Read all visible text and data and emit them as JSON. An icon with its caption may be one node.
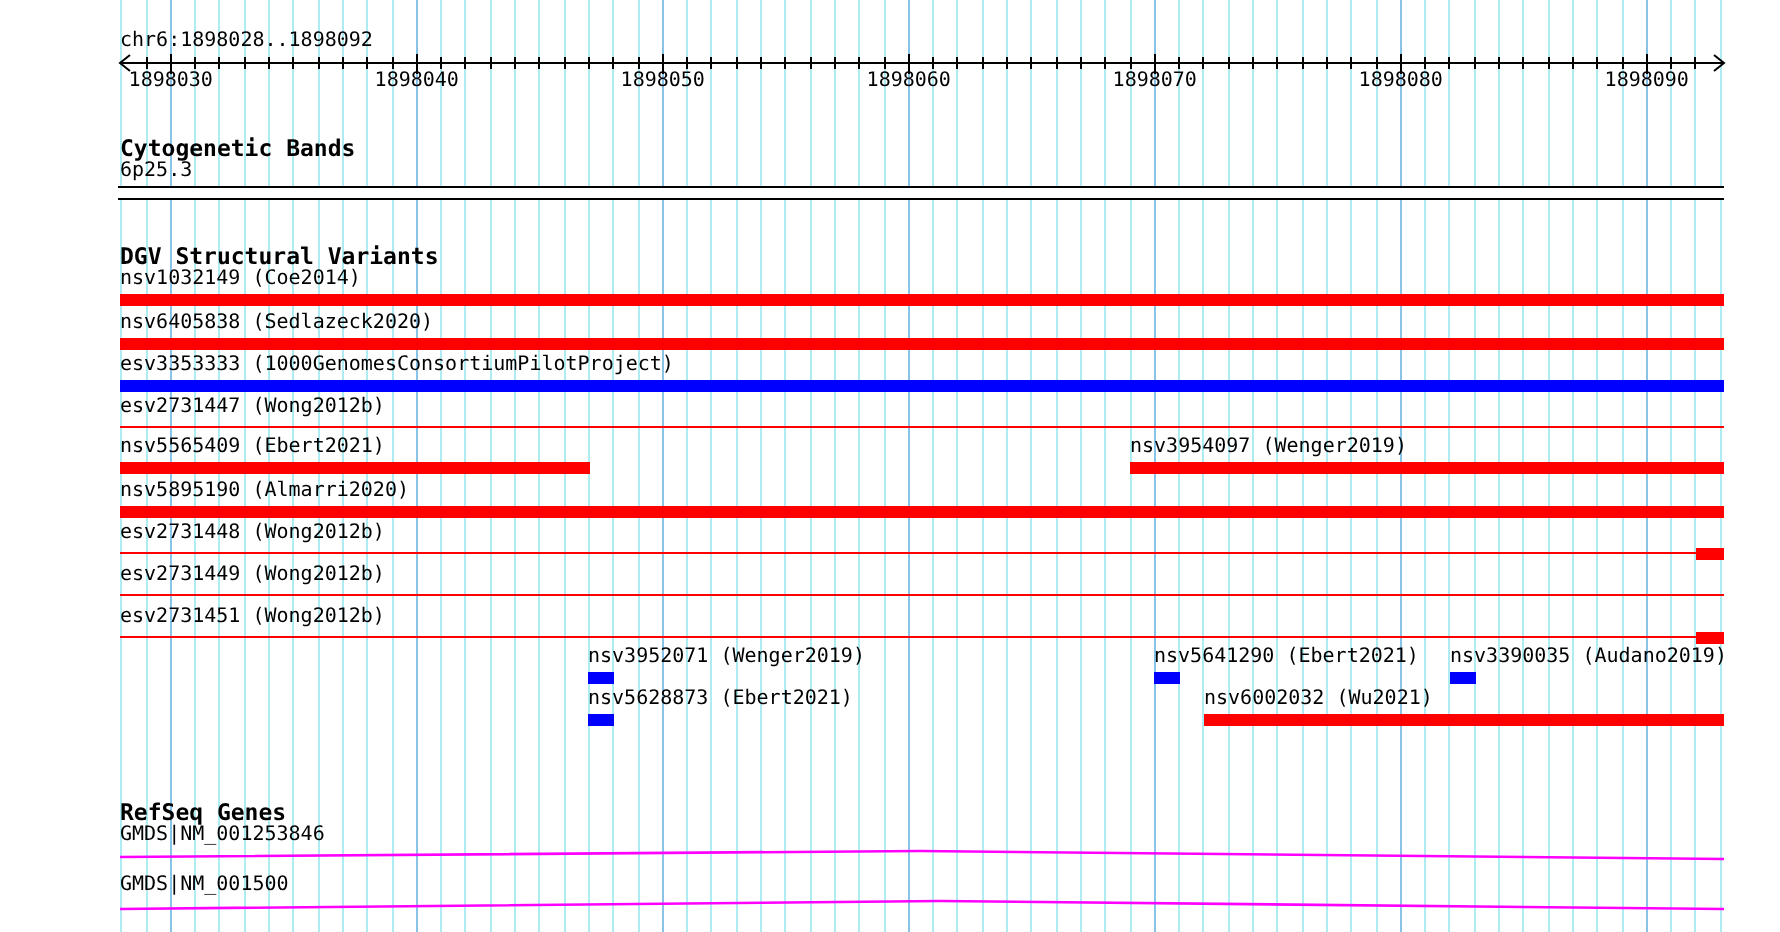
{
  "diagram": {
    "nodes": [
      {
        "text": [
          "6p25.3"
        ]
      },
      {
        "text": [
          "nsv1032149 (Coe2014)"
        ]
      },
      {
        "text": [
          "nsv6405838 (Sedlazeck2020)"
        ]
      },
      {
        "text": [
          "esv3353333 (1000GenomesConsortiumPilotProject)"
        ]
      },
      {
        "text": [
          "esv2731447 (Wong2012b)"
        ]
      },
      {
        "text": [
          "nsv5565409 (Ebert2021)"
        ]
      },
      {
        "text": [
          "nsv3954097 (Wenger2019)"
        ]
      },
      {
        "text": [
          "nsv5895190 (Almarri2020)"
        ]
      },
      {
        "text": [
          "esv2731448 (Wong2012b)"
        ]
      },
      {
        "text": [
          "esv2731449 (Wong2012b)"
        ]
      },
      {
        "text": [
          "esv2731451 (Wong2012b)"
        ]
      },
      {
        "text": [
          "nsv3952071 (Wenger2019)"
        ]
      },
      {
        "text": [
          "nsv5641290 (Ebert2021)"
        ]
      },
      {
        "text": [
          "nsv3390035 (Audano2019)"
        ]
      },
      {
        "text": [
          "nsv5628873 (Ebert2021)"
        ]
      },
      {
        "text": [
          "nsv6002032 (Wu2021)"
        ]
      },
      {
        "text": [
          "GMDS|NM_001253846"
        ]
      },
      {
        "text": [
          "GMDS|NM_001500"
        ]
      }
    ],
    "labels": [
      "chr6:1898028..1898092",
      "1898030",
      "1898040",
      "1898050",
      "1898060",
      "1898070",
      "1898080",
      "1898090",
      "Cytogenetic Bands",
      "DGV Structural Variants",
      "RefSeq Genes"
    ]
  }
}
